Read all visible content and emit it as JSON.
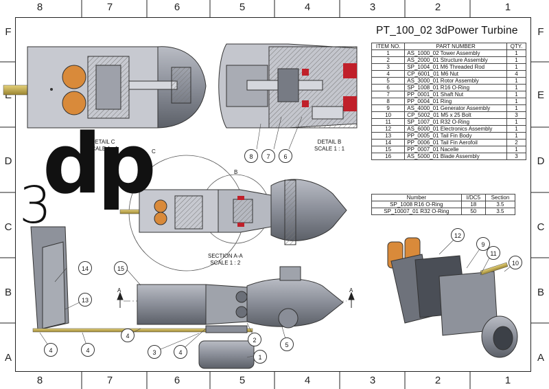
{
  "zones": {
    "columns": [
      "8",
      "7",
      "6",
      "5",
      "4",
      "3",
      "2",
      "1"
    ],
    "rows": [
      "F",
      "E",
      "D",
      "C",
      "B",
      "A"
    ]
  },
  "title": "PT_100_02 3dPower Turbine",
  "bom": {
    "headers": [
      "ITEM NO.",
      "PART NUMBER",
      "QTY."
    ],
    "rows": [
      [
        "1",
        "AS_1000_02 Tower Assembly",
        "1"
      ],
      [
        "2",
        "AS_2000_01 Structure Assembly",
        "1"
      ],
      [
        "3",
        "SP_1004_01 M6 Threaded Rod",
        "1"
      ],
      [
        "4",
        "CP_6001_01 M6 Nut",
        "4"
      ],
      [
        "5",
        "AS_3000_01 Rotor Assembly",
        "1"
      ],
      [
        "6",
        "SP_1008_01 R16 O-Ring",
        "1"
      ],
      [
        "7",
        "PP_0001_01 Shaft Nut",
        "1"
      ],
      [
        "8",
        "PP_0004_01 Ring",
        "1"
      ],
      [
        "9",
        "AS_4000_01 Generator Assembly",
        "1"
      ],
      [
        "10",
        "CP_5002_01 M5 x 25 Bolt",
        "3"
      ],
      [
        "11",
        "SP_1007_01 R32 O-Ring",
        "1"
      ],
      [
        "12",
        "AS_6000_01 Electronics Assembly",
        "1"
      ],
      [
        "13",
        "PP_0005_01 Tail Fin Body",
        "1"
      ],
      [
        "14",
        "PP_0006_01 Tail Fin Aerofoil",
        "2"
      ],
      [
        "15",
        "PP_0007_01 Nacelle",
        "1"
      ],
      [
        "16",
        "AS_5000_01 Blade Assembly",
        "3"
      ]
    ]
  },
  "orings": {
    "headers": [
      "Number",
      "I/DC5",
      "Section"
    ],
    "rows": [
      [
        "SP_1008 R16 O-Ring",
        "18",
        "3.5"
      ],
      [
        "SP_10007_01 R32 O-Ring",
        "50",
        "3.5"
      ]
    ]
  },
  "views": {
    "detail_c": {
      "name": "DETAIL C",
      "scale": "SCALE 1 : 1"
    },
    "detail_b": {
      "name": "DETAIL B",
      "scale": "SCALE 1 : 1"
    },
    "section_aa": {
      "name": "SECTION A-A",
      "scale": "SCALE 1 : 2"
    },
    "circle_c": "C",
    "circle_b": "B",
    "section_mark": "A"
  },
  "balloons": {
    "detail": [
      "8",
      "7",
      "6"
    ],
    "side": [
      "14",
      "13",
      "15",
      "4",
      "4",
      "3",
      "4",
      "4",
      "2",
      "5",
      "1"
    ],
    "iso": [
      "12",
      "9",
      "11",
      "10"
    ]
  },
  "logo": {
    "three": "3",
    "dp": "dp"
  }
}
